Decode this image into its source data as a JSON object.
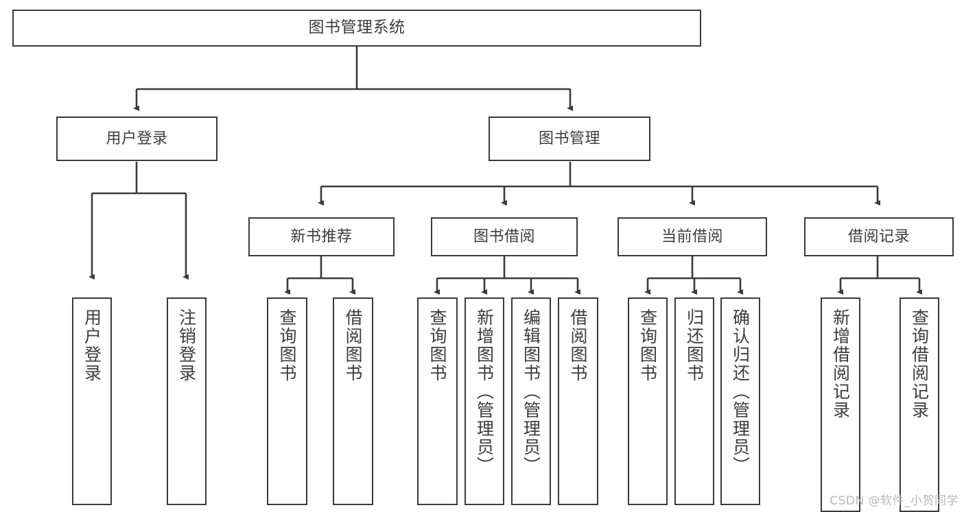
{
  "diagram": {
    "title": "图书管理系统",
    "watermark": "CSDN @软件_小贺同学",
    "levels": {
      "root": {
        "label": "图书管理系统"
      },
      "level2": [
        {
          "id": "user-login",
          "label": "用户登录"
        },
        {
          "id": "book-manage",
          "label": "图书管理"
        }
      ],
      "level3": [
        {
          "id": "new-book-recommend",
          "label": "新书推荐"
        },
        {
          "id": "book-borrow",
          "label": "图书借阅"
        },
        {
          "id": "current-borrow",
          "label": "当前借阅"
        },
        {
          "id": "borrow-record",
          "label": "借阅记录"
        }
      ],
      "leaves": {
        "user_login": [
          {
            "id": "leaf-user-login",
            "label": "用户登录"
          },
          {
            "id": "leaf-logout",
            "label": "注销登录"
          }
        ],
        "new_book_recommend": [
          {
            "id": "leaf-query-book-1",
            "label": "查询图书"
          },
          {
            "id": "leaf-borrow-book-1",
            "label": "借阅图书"
          }
        ],
        "book_borrow": [
          {
            "id": "leaf-query-book-2",
            "label": "查询图书"
          },
          {
            "id": "leaf-add-book",
            "label": "新增图书（管理员）"
          },
          {
            "id": "leaf-edit-book",
            "label": "编辑图书（管理员）"
          },
          {
            "id": "leaf-borrow-book-2",
            "label": "借阅图书"
          }
        ],
        "current_borrow": [
          {
            "id": "leaf-query-book-3",
            "label": "查询图书"
          },
          {
            "id": "leaf-return-book",
            "label": "归还图书"
          },
          {
            "id": "leaf-confirm-return",
            "label": "确认归还（管理员）"
          }
        ],
        "borrow_record": [
          {
            "id": "leaf-add-record",
            "label": "新增借阅记录"
          },
          {
            "id": "leaf-query-record",
            "label": "查询借阅记录"
          }
        ]
      }
    },
    "colors": {
      "border": "#3a3a3a",
      "text": "#3c3c3c",
      "background": "#ffffff",
      "watermark": "#b9b9b9"
    }
  }
}
